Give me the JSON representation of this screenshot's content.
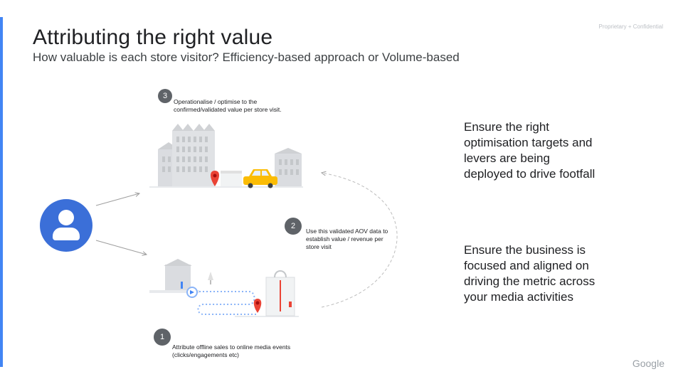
{
  "header": {
    "confidential": "Proprietary + Confidential",
    "title": "Attributing the right value",
    "subtitle": "How valuable is each store visitor? Efficiency-based approach or Volume-based"
  },
  "steps": [
    {
      "number": "3",
      "text": "Operationalise / optimise to the confirmed/validated value per store visit."
    },
    {
      "number": "2",
      "text": "Use this validated AOV data to establish value / revenue per store visit"
    },
    {
      "number": "1",
      "text": "Attribute offline sales to online media events (clicks/engagements etc)"
    }
  ],
  "right": {
    "block1": "Ensure the right optimisation targets and levers are being deployed to drive footfall",
    "block2": "Ensure the business is focused and aligned on driving the metric across your media activities"
  },
  "footer": {
    "logo": "Google"
  },
  "colors": {
    "accent": "#4285f4",
    "avatar": "#3b6fd8",
    "pin": "#ea4335",
    "car": "#fbbc04"
  }
}
